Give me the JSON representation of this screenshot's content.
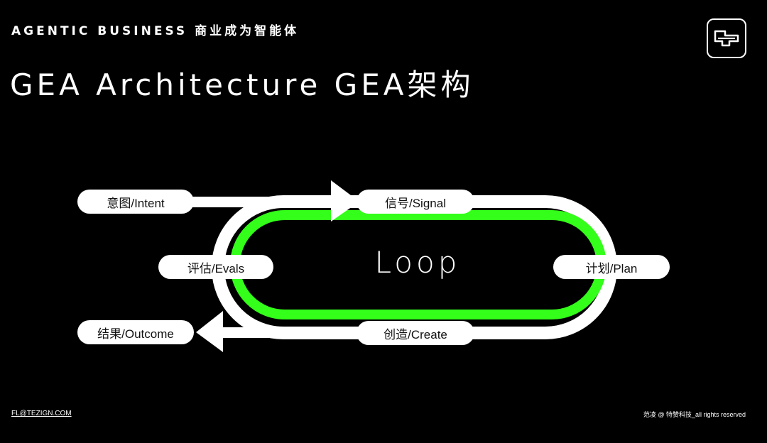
{
  "header": {
    "kicker": "AGENTIC BUSINESS 商业成为智能体",
    "title": "GEA Architecture GEA架构"
  },
  "diagram": {
    "center_label": "Loop",
    "nodes": {
      "intent": "意图/Intent",
      "signal": "信号/Signal",
      "plan": "计划/Plan",
      "create": "创造/Create",
      "evals": "评估/Evals",
      "outcome": "结果/Outcome"
    },
    "colors": {
      "background": "#000000",
      "loop_inner": "#33ff1a",
      "loop_outer": "#ffffff"
    }
  },
  "footer": {
    "email": "FL@TEZIGN.COM",
    "copyright": "范凌 @ 特赞科技_all rights reserved"
  },
  "icons": {
    "logo": "tezign-logo-icon"
  }
}
